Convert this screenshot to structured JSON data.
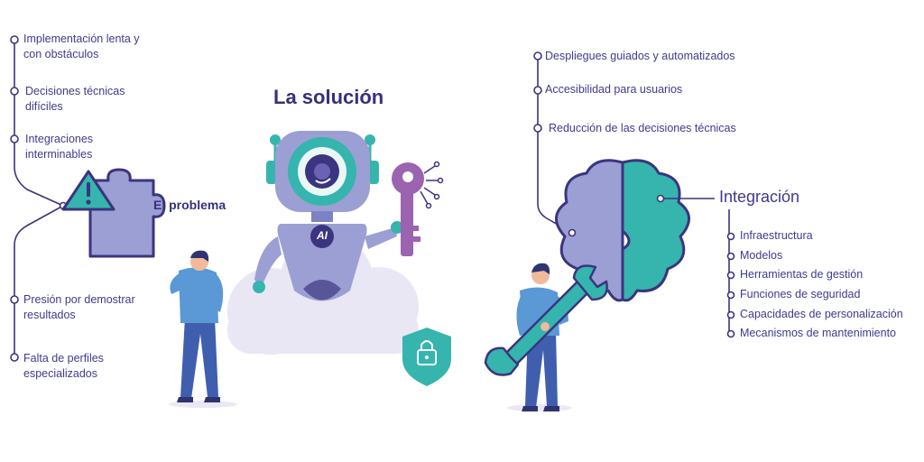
{
  "colors": {
    "navy": "#3b347f",
    "text": "#3f3a8f",
    "lavender": "#9b9fd3",
    "teal": "#35b5ad",
    "purple": "#9b63b0",
    "cloud": "#e8e7f3",
    "shirt": "#5a98d6",
    "pants": "#3f5fae"
  },
  "problem": {
    "title": "El problema",
    "items": [
      {
        "label": "Implementación lenta y con obstáculos"
      },
      {
        "label": "Decisiones técnicas difíciles"
      },
      {
        "label": "Integraciones interminables"
      },
      {
        "label": "Presión por demostrar resultados"
      },
      {
        "label": "Falta de perfiles especializados"
      }
    ]
  },
  "solution": {
    "title": "La solución",
    "robot_badge": "AI"
  },
  "benefits": {
    "items": [
      {
        "label": "Despliegues guiados y automatizados"
      },
      {
        "label": "Accesibilidad para usuarios"
      },
      {
        "label": "Reducción de las decisiones técnicas"
      }
    ]
  },
  "integration": {
    "title": "Integración",
    "items": [
      {
        "label": "Infraestructura"
      },
      {
        "label": "Modelos"
      },
      {
        "label": "Herramientas de gestión"
      },
      {
        "label": "Funciones de seguridad"
      },
      {
        "label": "Capacidades de personalización"
      },
      {
        "label": "Mecanismos de mantenimiento"
      }
    ]
  },
  "icons": [
    "warning-icon",
    "puzzle-icon",
    "robot",
    "key-icon",
    "lock-shield-icon",
    "brain-icon",
    "wrench-icon",
    "cloud"
  ]
}
